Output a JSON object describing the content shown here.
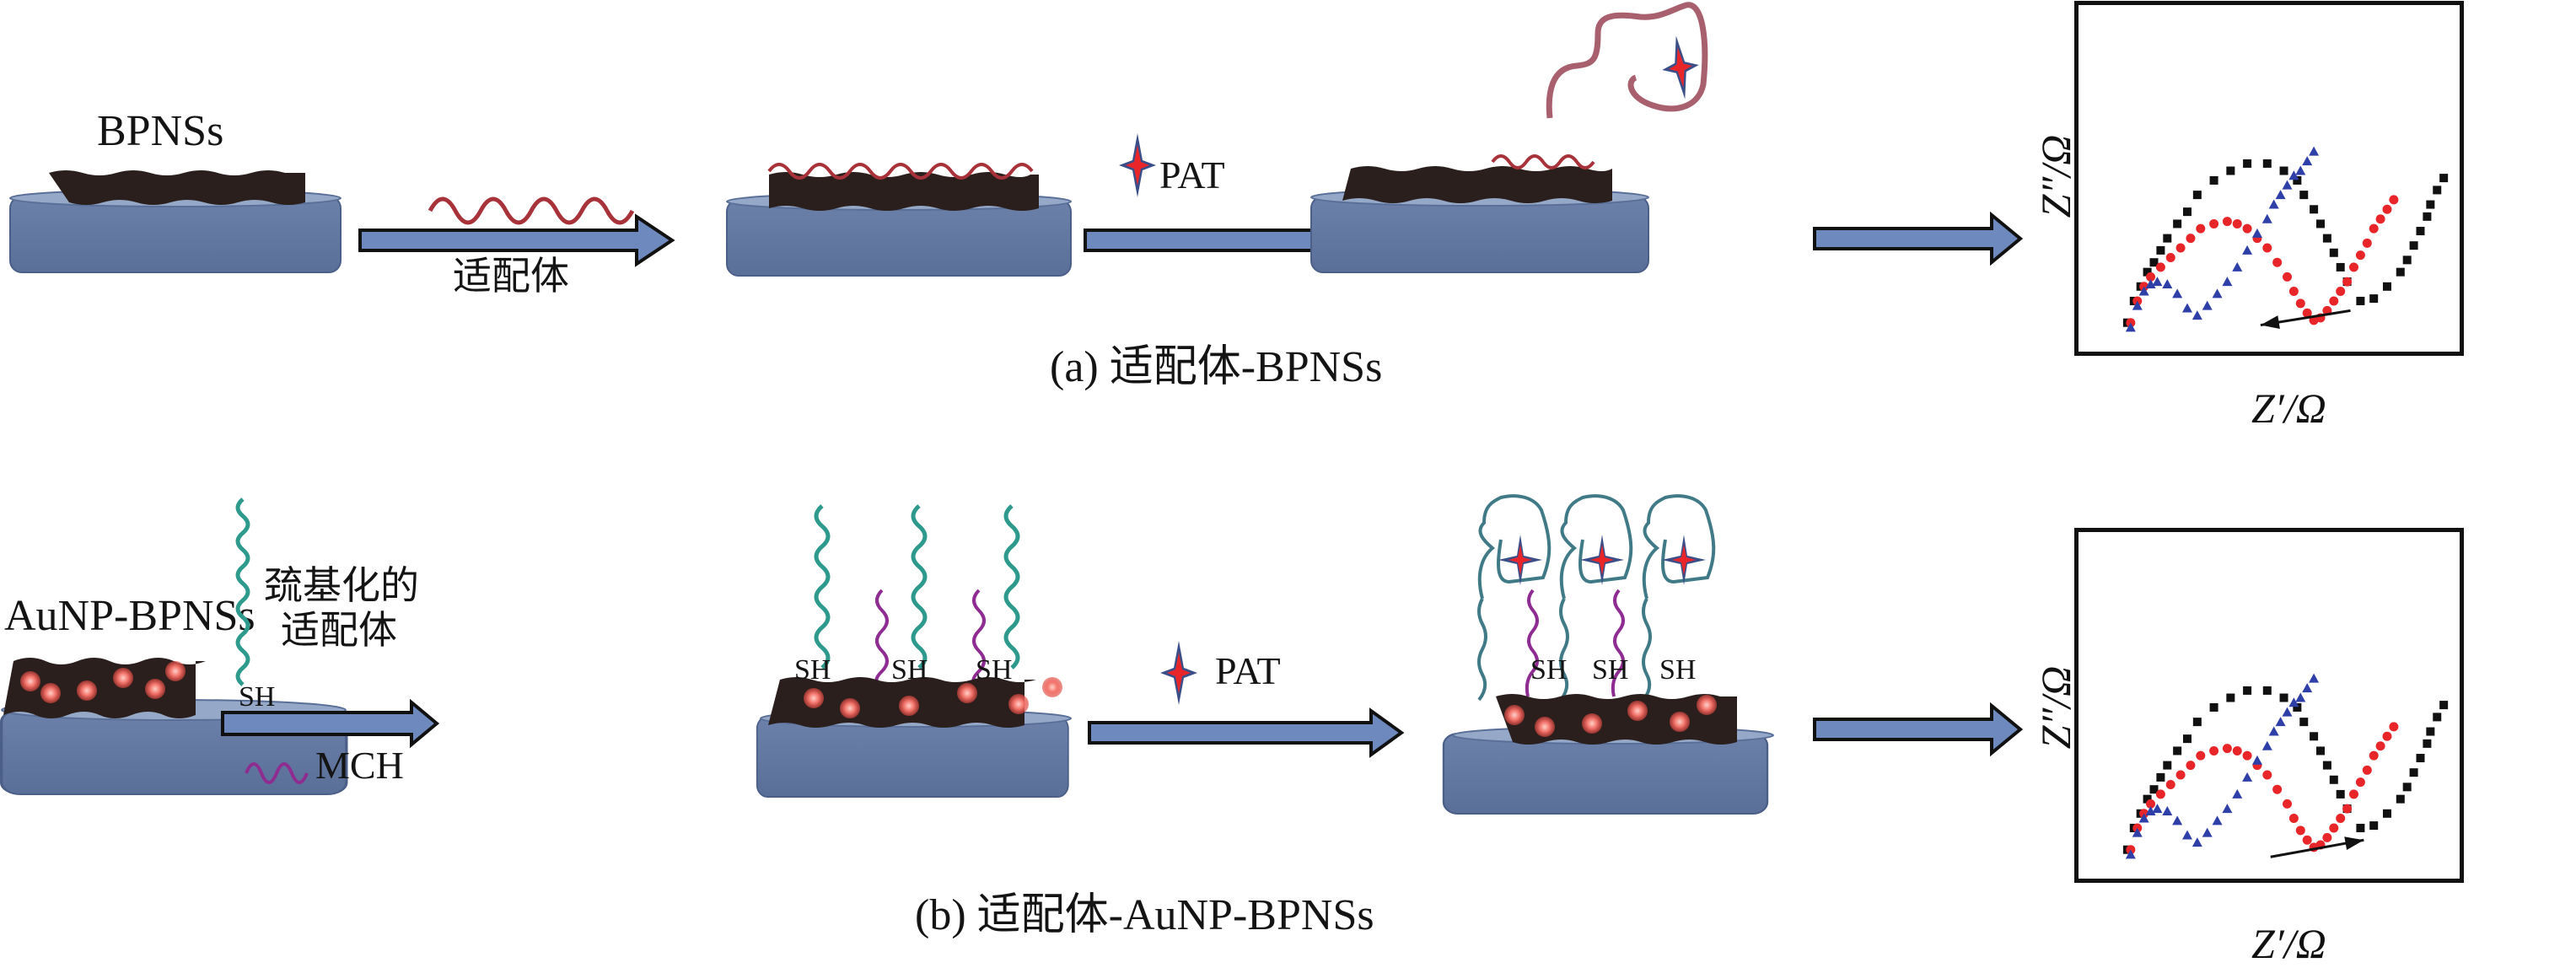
{
  "panel_a": {
    "caption": "(a) 适配体-BPNSs",
    "start_label": "BPNSs",
    "step1_label": "适配体",
    "step2_label": "PAT",
    "plot": {
      "ylabel": "Z″/Ω",
      "xlabel": "Z′/Ω",
      "arrow_direction": "left"
    }
  },
  "panel_b": {
    "caption": "(b) 适配体-AuNP-BPNSs",
    "start_label": "AuNP-BPNSs",
    "step1_label_line1": "巯基化的",
    "step1_label_line2": "适配体",
    "thiol_label": "SH",
    "mch_label": "MCH",
    "step2_label": "PAT",
    "sh_labels": [
      "SH",
      "SH",
      "SH"
    ],
    "sh_labels_final": [
      "SH",
      "SH",
      "SH"
    ],
    "plot": {
      "ylabel": "Z″/Ω",
      "xlabel": "Z′/Ω",
      "arrow_direction": "right"
    }
  },
  "colors": {
    "electrode": "#6479a3",
    "electrode_top": "#95a8c8",
    "bpns": "#2a1f1c",
    "aptamer": "#a8323a",
    "thiol_aptamer": "#2e9a8e",
    "mch": "#8e2c92",
    "arrow_fill": "#6d89bd",
    "star_red": "#e8262a",
    "star_blue": "#3a4f8a",
    "aunp": "#f08078",
    "series_black": "#111111",
    "series_red": "#e8262a",
    "series_blue": "#2f3fa8"
  },
  "chart_data": [
    {
      "type": "scatter",
      "title": "",
      "xlabel": "Z′/Ω",
      "ylabel": "Z″/Ω",
      "xlim": [
        0,
        100
      ],
      "ylim": [
        0,
        100
      ],
      "grid": false,
      "ticks": "none",
      "annotation": "arrow pointing left (impedance decreasing)",
      "series": [
        {
          "name": "black-squares",
          "marker": "square",
          "color": "#111111",
          "x": [
            2,
            4,
            6,
            8,
            10,
            12,
            14,
            17,
            20,
            23,
            28,
            33,
            38,
            44,
            49,
            53,
            55,
            58,
            60,
            62,
            64,
            66,
            68,
            72,
            76,
            80,
            84,
            86,
            88,
            90,
            92,
            93,
            95,
            97
          ],
          "y": [
            5,
            14,
            20,
            26,
            30,
            35,
            40,
            46,
            51,
            58,
            64,
            68,
            71,
            71,
            68,
            64,
            58,
            52,
            46,
            40,
            34,
            28,
            22,
            14,
            15,
            20,
            26,
            31,
            37,
            43,
            49,
            54,
            60,
            65
          ]
        },
        {
          "name": "red-circles",
          "marker": "circle",
          "color": "#e8262a",
          "x": [
            3,
            5,
            7,
            9,
            12,
            15,
            18,
            21,
            24,
            28,
            32,
            35,
            38,
            41,
            44,
            47,
            50,
            52,
            54,
            56,
            58,
            60,
            62,
            64,
            66,
            68,
            70,
            72,
            74,
            76,
            78,
            80,
            82
          ],
          "y": [
            5,
            14,
            20,
            24,
            28,
            32,
            36,
            40,
            44,
            46,
            47,
            46,
            44,
            40,
            36,
            30,
            24,
            18,
            13,
            9,
            6,
            7,
            10,
            14,
            18,
            22,
            28,
            33,
            38,
            44,
            48,
            52,
            56
          ]
        },
        {
          "name": "blue-triangles",
          "marker": "triangle",
          "color": "#2f3fa8",
          "x": [
            3,
            5,
            7,
            9,
            11,
            14,
            17,
            20,
            23,
            26,
            29,
            32,
            35,
            38,
            41,
            44,
            46,
            48,
            50,
            52,
            54,
            56,
            58
          ],
          "y": [
            3,
            12,
            18,
            21,
            22,
            21,
            17,
            11,
            8,
            12,
            17,
            22,
            28,
            35,
            42,
            48,
            54,
            58,
            62,
            66,
            68,
            72,
            76
          ]
        }
      ]
    },
    {
      "type": "scatter",
      "title": "",
      "xlabel": "Z′/Ω",
      "ylabel": "Z″/Ω",
      "xlim": [
        0,
        100
      ],
      "ylim": [
        0,
        100
      ],
      "grid": false,
      "ticks": "none",
      "annotation": "arrow pointing right (impedance increasing)",
      "series": [
        {
          "name": "black-squares",
          "marker": "square",
          "color": "#111111",
          "x": [
            2,
            4,
            6,
            8,
            10,
            12,
            14,
            17,
            20,
            23,
            28,
            33,
            38,
            44,
            49,
            53,
            55,
            58,
            60,
            62,
            64,
            66,
            68,
            72,
            76,
            80,
            84,
            86,
            88,
            90,
            92,
            93,
            95,
            97
          ],
          "y": [
            5,
            14,
            20,
            26,
            30,
            35,
            40,
            46,
            51,
            58,
            64,
            68,
            71,
            71,
            68,
            64,
            58,
            52,
            46,
            40,
            34,
            28,
            22,
            14,
            15,
            20,
            26,
            31,
            37,
            43,
            49,
            54,
            60,
            65
          ]
        },
        {
          "name": "red-circles",
          "marker": "circle",
          "color": "#e8262a",
          "x": [
            3,
            5,
            7,
            9,
            12,
            15,
            18,
            21,
            24,
            28,
            32,
            35,
            38,
            41,
            44,
            47,
            50,
            52,
            54,
            56,
            58,
            60,
            62,
            64,
            66,
            68,
            70,
            72,
            74,
            76,
            78,
            80,
            82
          ],
          "y": [
            5,
            14,
            20,
            24,
            28,
            32,
            36,
            40,
            44,
            46,
            47,
            46,
            44,
            40,
            36,
            30,
            24,
            18,
            13,
            9,
            6,
            7,
            10,
            14,
            18,
            22,
            28,
            33,
            38,
            44,
            48,
            52,
            56
          ]
        },
        {
          "name": "blue-triangles",
          "marker": "triangle",
          "color": "#2f3fa8",
          "x": [
            3,
            5,
            7,
            9,
            11,
            14,
            17,
            20,
            23,
            26,
            29,
            32,
            35,
            38,
            41,
            44,
            46,
            48,
            50,
            52,
            54,
            56,
            58
          ],
          "y": [
            3,
            12,
            18,
            21,
            22,
            21,
            17,
            11,
            8,
            12,
            17,
            22,
            28,
            35,
            42,
            48,
            54,
            58,
            62,
            66,
            68,
            72,
            76
          ]
        }
      ]
    }
  ]
}
